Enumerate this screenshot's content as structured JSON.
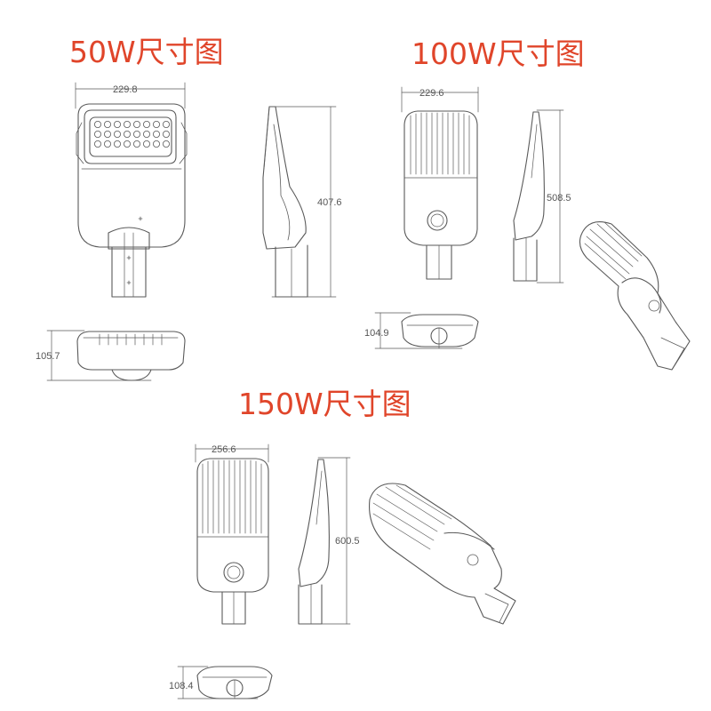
{
  "colors": {
    "title": "#e0452a",
    "line": "#5a5a5a",
    "dim": "#555555"
  },
  "sections": {
    "w50": {
      "title": "50W尺寸图",
      "width": "229.8",
      "height": "407.6",
      "depth": "105.7"
    },
    "w100": {
      "title": "100W尺寸图",
      "width": "229.6",
      "height": "508.5",
      "depth": "104.9"
    },
    "w150": {
      "title": "150W尺寸图",
      "width": "256.6",
      "height": "600.5",
      "depth": "108.4"
    }
  }
}
